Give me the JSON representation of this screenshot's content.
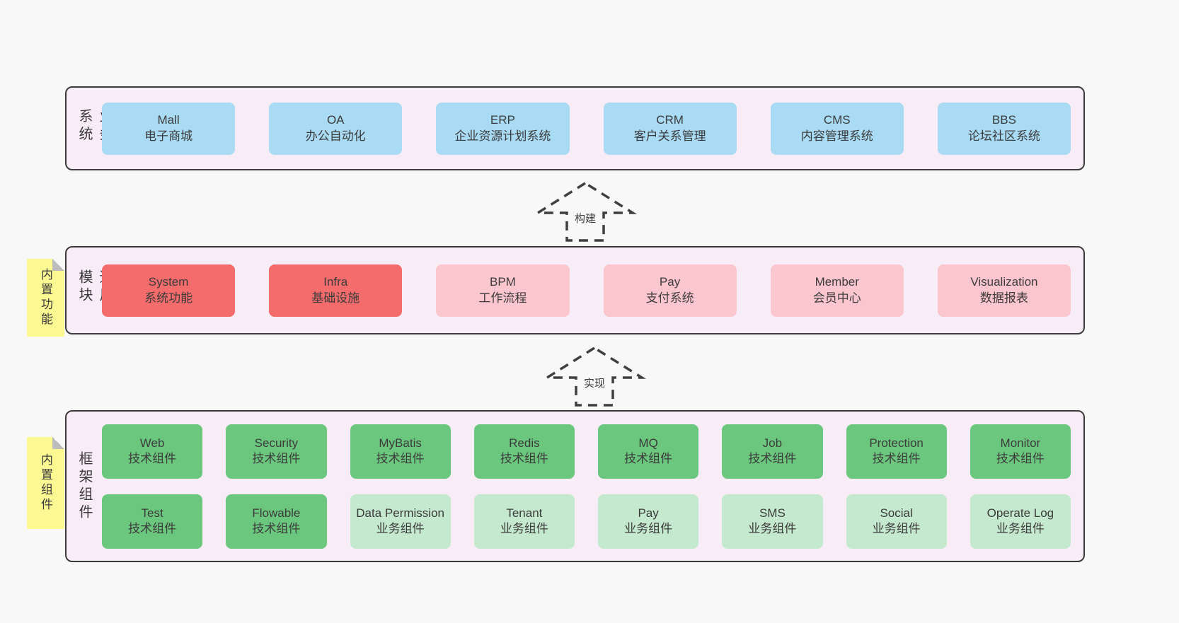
{
  "palette": {
    "page_bg": "#f8f8f8",
    "panel_bg": "#f8edf6",
    "panel_border": "#3b3b3b",
    "blue": "#a9dbf5",
    "red": "#f56c6c",
    "pink": "#fbc6ce",
    "green": "#6cc77e",
    "green_light": "#c5e9ce",
    "sticky_yellow": "#fcf993",
    "fold_gray": "#bdbdbd",
    "text": "#3b3b3b"
  },
  "arrows": {
    "build": "构建",
    "implement": "实现"
  },
  "layers": {
    "business": {
      "label": "业务系统",
      "boxes": [
        {
          "title": "Mall",
          "subtitle": "电子商城"
        },
        {
          "title": "OA",
          "subtitle": "办公自动化"
        },
        {
          "title": "ERP",
          "subtitle": "企业资源计划系统"
        },
        {
          "title": "CRM",
          "subtitle": "客户关系管理"
        },
        {
          "title": "CMS",
          "subtitle": "内容管理系统"
        },
        {
          "title": "BBS",
          "subtitle": "论坛社区系统"
        }
      ]
    },
    "modules": {
      "label": "通用模块",
      "sticky": "内置功能",
      "boxes": [
        {
          "title": "System",
          "subtitle": "系统功能"
        },
        {
          "title": "Infra",
          "subtitle": "基础设施"
        },
        {
          "title": "BPM",
          "subtitle": "工作流程"
        },
        {
          "title": "Pay",
          "subtitle": "支付系统"
        },
        {
          "title": "Member",
          "subtitle": "会员中心"
        },
        {
          "title": "Visualization",
          "subtitle": "数据报表"
        }
      ]
    },
    "framework": {
      "label": "框架组件",
      "sticky": "内置组件",
      "row1": [
        {
          "title": "Web",
          "subtitle": "技术组件"
        },
        {
          "title": "Security",
          "subtitle": "技术组件"
        },
        {
          "title": "MyBatis",
          "subtitle": "技术组件"
        },
        {
          "title": "Redis",
          "subtitle": "技术组件"
        },
        {
          "title": "MQ",
          "subtitle": "技术组件"
        },
        {
          "title": "Job",
          "subtitle": "技术组件"
        },
        {
          "title": "Protection",
          "subtitle": "技术组件"
        },
        {
          "title": "Monitor",
          "subtitle": "技术组件"
        }
      ],
      "row2": [
        {
          "title": "Test",
          "subtitle": "技术组件"
        },
        {
          "title": "Flowable",
          "subtitle": "技术组件"
        },
        {
          "title": "Data Permission",
          "subtitle": "业务组件"
        },
        {
          "title": "Tenant",
          "subtitle": "业务组件"
        },
        {
          "title": "Pay",
          "subtitle": "业务组件"
        },
        {
          "title": "SMS",
          "subtitle": "业务组件"
        },
        {
          "title": "Social",
          "subtitle": "业务组件"
        },
        {
          "title": "Operate Log",
          "subtitle": "业务组件"
        }
      ]
    }
  }
}
